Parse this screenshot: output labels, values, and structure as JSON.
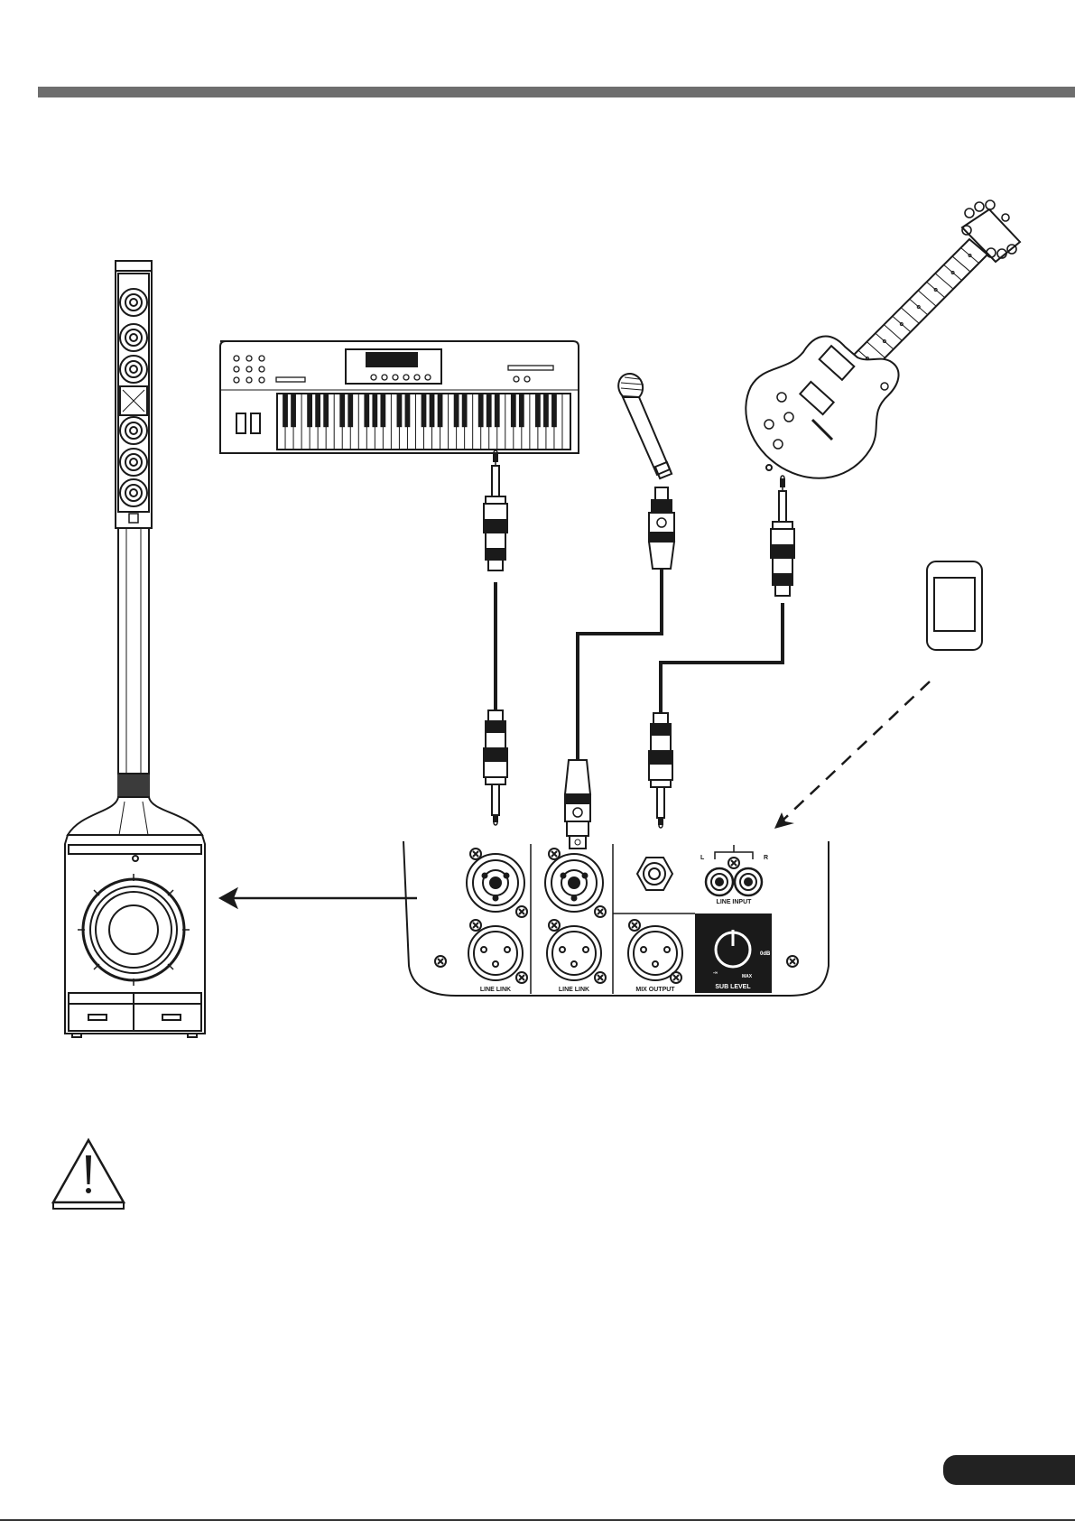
{
  "panel": {
    "jack_labels": [
      "LINE LINK",
      "LINE LINK",
      "MIX OUTPUT"
    ],
    "line_input": {
      "label": "LINE INPUT",
      "left": "L",
      "right": "R"
    },
    "sub_level": {
      "label": "SUB LEVEL",
      "zero_db": "0dB",
      "max": "MAX",
      "min": "-∞"
    }
  },
  "colors": {
    "header_bar": "#6e6e6e",
    "ink": "#1a1a1a",
    "page_tab": "#222222"
  },
  "icons": [
    "warning-triangle-icon",
    "arrow-left-icon",
    "dashed-arrow-icon",
    "screw-icon"
  ]
}
